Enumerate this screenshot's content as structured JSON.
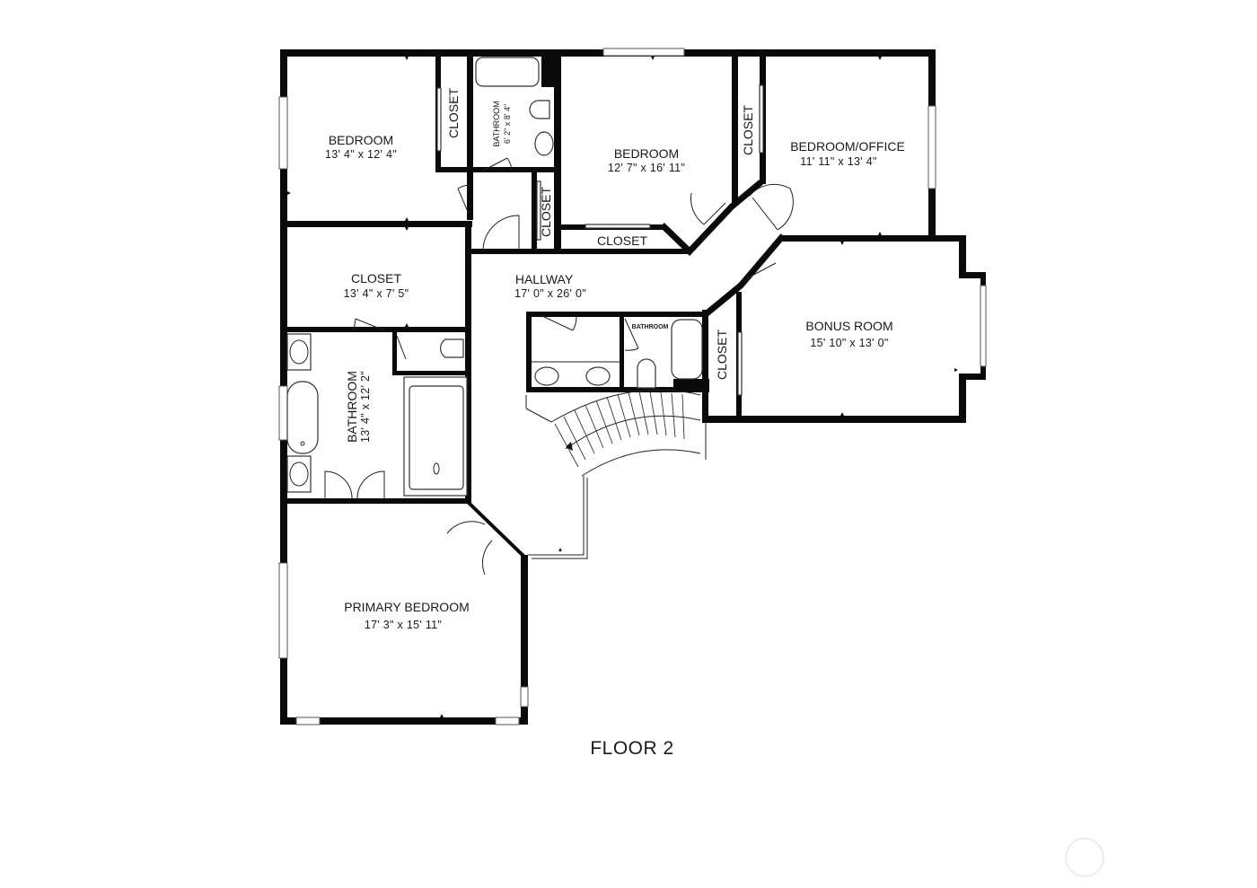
{
  "floor_label": "FLOOR 2",
  "watermark": "circle-logo",
  "rooms": {
    "bedroom_nw": {
      "name": "BEDROOM",
      "dims": "13' 4\" x 12' 4\""
    },
    "closet_nw": {
      "name": "CLOSET"
    },
    "bathroom_small": {
      "name": "BATHROOM",
      "dims": "6' 2\" x 8' 4\""
    },
    "bedroom_n": {
      "name": "BEDROOM",
      "dims": "12' 7\" x 16' 11\""
    },
    "closet_n": {
      "name": "CLOSET"
    },
    "bedroom_office": {
      "name": "BEDROOM/OFFICE",
      "dims": "11' 11\" x 13' 4\""
    },
    "closet_hall_v": {
      "name": "CLOSET"
    },
    "closet_hall_h": {
      "name": "CLOSET"
    },
    "closet_walkin": {
      "name": "CLOSET",
      "dims": "13' 4\" x 7' 5\""
    },
    "hallway": {
      "name": "HALLWAY",
      "dims": "17' 0\" x 26' 0\""
    },
    "bathroom_hall": {
      "name": "BATHROOM"
    },
    "closet_bonus": {
      "name": "CLOSET"
    },
    "bonus_room": {
      "name": "BONUS ROOM",
      "dims": "15' 10\" x 13' 0\""
    },
    "bathroom_primary": {
      "name": "BATHROOM",
      "dims": "13' 4\" x 12' 2\""
    },
    "primary_bedroom": {
      "name": "PRIMARY BEDROOM",
      "dims": "17' 3\" x 15' 11\""
    }
  }
}
